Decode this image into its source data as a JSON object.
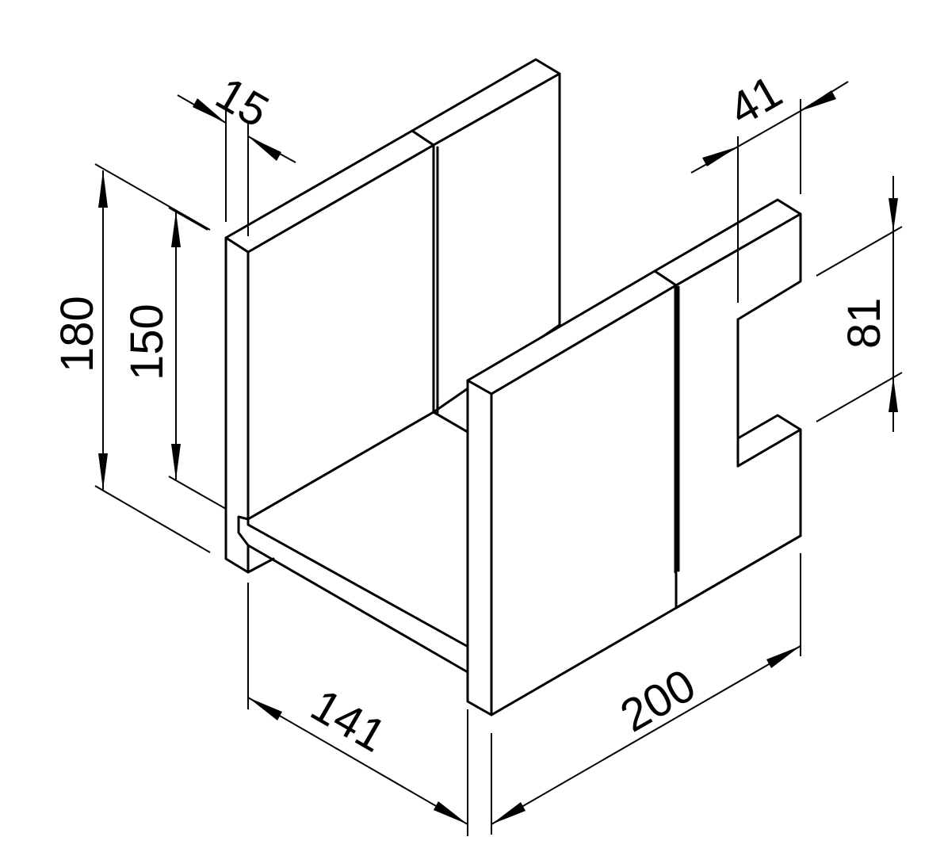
{
  "dimensions": {
    "thickness": "15",
    "slot_width": "41",
    "total_height": "180",
    "inner_height": "150",
    "slot_depth": "81",
    "depth": "141",
    "width": "200"
  },
  "colors": {
    "ink": "#000000",
    "paper": "#ffffff"
  }
}
